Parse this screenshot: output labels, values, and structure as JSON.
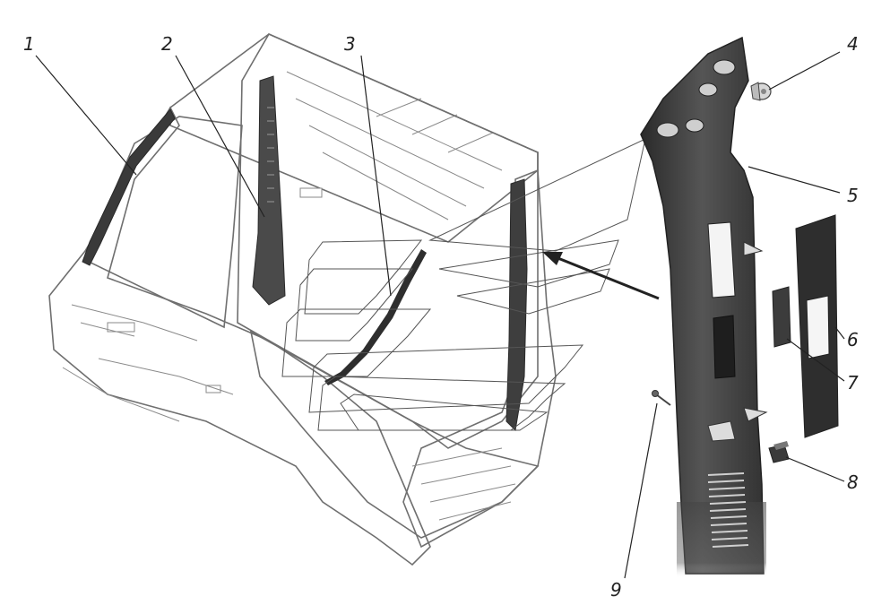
{
  "callouts": [
    {
      "id": "1",
      "label": "1"
    },
    {
      "id": "2",
      "label": "2"
    },
    {
      "id": "3",
      "label": "3"
    },
    {
      "id": "4",
      "label": "4"
    },
    {
      "id": "5",
      "label": "5"
    },
    {
      "id": "6",
      "label": "6"
    },
    {
      "id": "7",
      "label": "7"
    },
    {
      "id": "8",
      "label": "8"
    },
    {
      "id": "9",
      "label": "9"
    }
  ],
  "colors": {
    "background": "#ffffff",
    "cab_body": "#dcdcdc",
    "cab_outline": "#6f6f6f",
    "trim_panel": "#3c3c3c",
    "seal_dark": "#2e2e2e",
    "leader_line": "#222222"
  }
}
